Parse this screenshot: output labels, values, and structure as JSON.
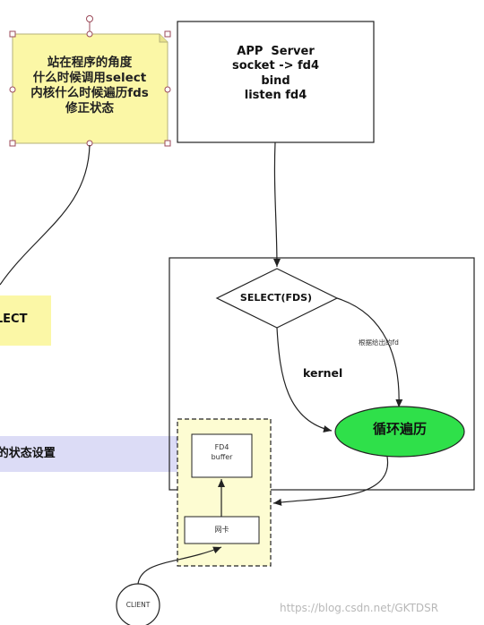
{
  "notes": {
    "program_view": "站在程序的角度\n什么时候调用select\n内核什么时候遍历fds\n修正状态",
    "select_partial": "ELECT",
    "fd_state_partial": "D的状态设置"
  },
  "server": {
    "text": "APP  Server\nsocket -> fd4\nbind\nlisten fd4"
  },
  "kernel_box": {
    "diamond_label": "SELECT(FDS)",
    "kernel_label": "kernel",
    "edge_label": "根据给出的fd",
    "loop_label": "循环遍历"
  },
  "hardware": {
    "fd4_label": "FD4\nbuffer",
    "nic_label": "网卡",
    "client_label": "CLIENT"
  },
  "watermark": "https://blog.csdn.net/GKTDSR",
  "colors": {
    "note_yellow": "#fbf7a6",
    "note_blue": "#dcdcf6",
    "loop_green": "#2fe04a",
    "hw_fill": "#fdfcd2"
  }
}
